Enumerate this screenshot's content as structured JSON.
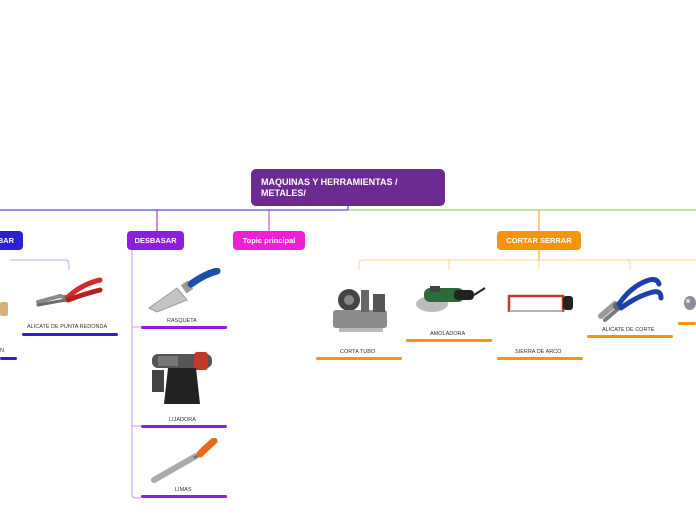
{
  "root": {
    "title": "MAQUINAS Y HERRAMIENTAS / METALES/"
  },
  "colors": {
    "root": "#6b2b90",
    "left_branch": "#2c1fd6",
    "desbasar": "#8b1ee0",
    "topic_principal": "#ee1fd6",
    "cortar": "#f7940a",
    "right_line": "#7cd23c"
  },
  "topics": {
    "left_partial": "BAR",
    "desbasar": "DESBASAR",
    "topic_principal": "Topic principal",
    "cortar": "CORTAR  SERRAR"
  },
  "left_items": {
    "alicate_punta": "ALICATE DE PUNTA REDONDA",
    "partial": "N"
  },
  "desbasar_items": {
    "rasqueta": "RASQUETA",
    "lijadora": "LIJADORA",
    "limas": "LIMAS"
  },
  "cortar_items": {
    "corta_tubo": "CORTA TUBO",
    "amoladora": "AMOLADORA",
    "sierra_arco": "SIERRA DE ARCO",
    "alicate_corte": "ALICATE DE CORTE"
  },
  "icons": [
    "pliers-icon",
    "scraper-icon",
    "sander-icon",
    "file-icon",
    "pipe-cutter-icon",
    "grinder-icon",
    "hacksaw-icon",
    "cutter-pliers-icon"
  ]
}
